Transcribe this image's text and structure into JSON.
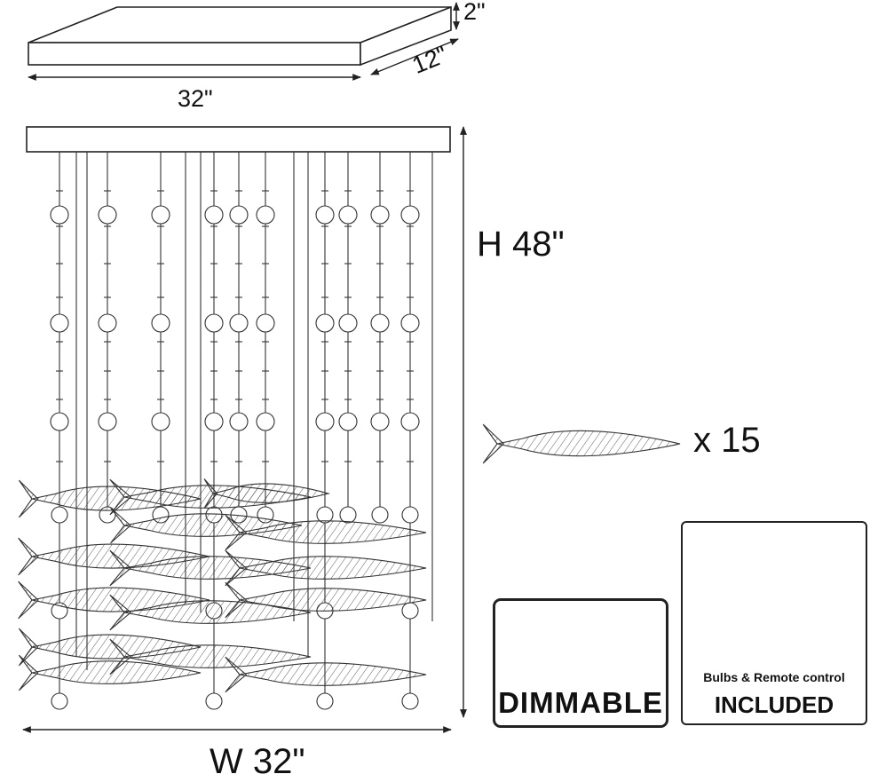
{
  "dimensions": {
    "canopy_height": "2\"",
    "canopy_depth": "12\"",
    "canopy_width": "32\"",
    "overall_height": "H 48\"",
    "overall_width": "W 32\""
  },
  "fish_count": "x 15",
  "badges": {
    "dimmable": "DIMMABLE",
    "included_caption": "Bulbs & Remote control",
    "included": "INCLUDED"
  },
  "colors": {
    "line": "#222222",
    "remote_signal": "#4a9fd8"
  },
  "icons": [
    "wifi-signal-icon",
    "remote-control-icon",
    "halogen-bulb-icon",
    "dimmer-arc-icon"
  ]
}
